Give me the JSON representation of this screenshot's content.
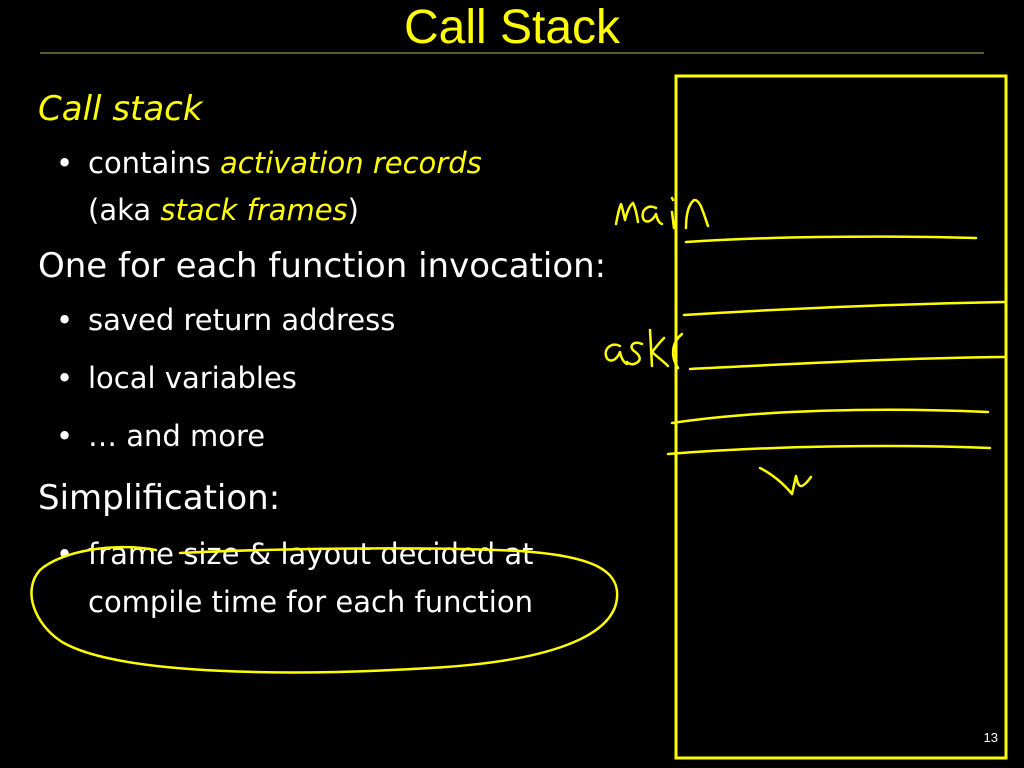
{
  "colors": {
    "accent": "#ffff00",
    "text": "#ffffff",
    "background": "#000000",
    "rule": "#5a5a2a"
  },
  "slide": {
    "title": "Call Stack",
    "heading1": "Call stack",
    "bullet1": {
      "prefix": "contains ",
      "emphasis": "activation records",
      "line2_prefix": "(aka ",
      "line2_emphasis": "stack frames",
      "line2_suffix": ")"
    },
    "heading2": "One for each function invocation:",
    "bullets2": [
      "saved return address",
      "local variables",
      "… and more"
    ],
    "heading3": "Simplification:",
    "bullet3": {
      "line1": "frame size & layout decided at",
      "line2": "compile time for each function"
    },
    "bullet_glyph": "•",
    "page_number": "13"
  },
  "annotations": {
    "handwritten_main": "main",
    "handwritten_ask": "ask"
  }
}
